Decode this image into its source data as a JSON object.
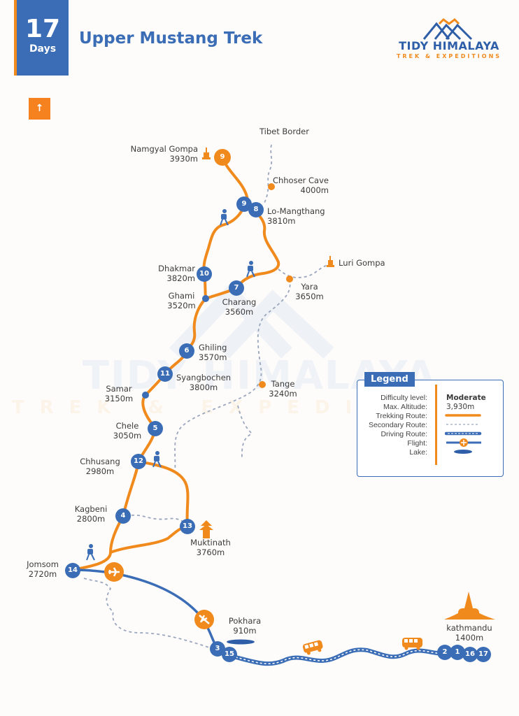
{
  "header": {
    "days_number": "17",
    "days_label": "Days",
    "title": "Upper Mustang Trek"
  },
  "logo": {
    "name": "TIDY HIMALAYA",
    "tagline": "TREK & EXPEDITIONS"
  },
  "north_indicator": "↑",
  "watermark": {
    "name": "TIDY HIMALAYA",
    "tagline": "TREK & EXPEDITIONS"
  },
  "places": [
    {
      "id": "namgyal",
      "name": "Namgyal Gompa",
      "altitude": "3930m"
    },
    {
      "id": "tibet",
      "name": "Tibet Border"
    },
    {
      "id": "chhoser",
      "name": "Chhoser Cave",
      "altitude": "4000m"
    },
    {
      "id": "lomangthang",
      "name": "Lo-Mangthang",
      "altitude": "3810m"
    },
    {
      "id": "luri",
      "name": "Luri Gompa"
    },
    {
      "id": "yara",
      "name": "Yara",
      "altitude": "3650m"
    },
    {
      "id": "dhakmar",
      "name": "Dhakmar",
      "altitude": "3820m"
    },
    {
      "id": "ghami",
      "name": "Ghami",
      "altitude": "3520m"
    },
    {
      "id": "charang",
      "name": "Charang",
      "altitude": "3560m"
    },
    {
      "id": "ghiling",
      "name": "Ghiling",
      "altitude": "3570m"
    },
    {
      "id": "syangbochen",
      "name": "Syangbochen",
      "altitude": "3800m"
    },
    {
      "id": "samar",
      "name": "Samar",
      "altitude": "3150m"
    },
    {
      "id": "tange",
      "name": "Tange",
      "altitude": "3240m"
    },
    {
      "id": "chele",
      "name": "Chele",
      "altitude": "3050m"
    },
    {
      "id": "chhusang",
      "name": "Chhusang",
      "altitude": "2980m"
    },
    {
      "id": "kagbeni",
      "name": "Kagbeni",
      "altitude": "2800m"
    },
    {
      "id": "muktinath",
      "name": "Muktinath",
      "altitude": "3760m"
    },
    {
      "id": "jomsom",
      "name": "Jomsom",
      "altitude": "2720m"
    },
    {
      "id": "pokhara",
      "name": "Pokhara",
      "altitude": "910m"
    },
    {
      "id": "kathmandu",
      "name": "kathmandu",
      "altitude": "1400m"
    }
  ],
  "day_markers": [
    {
      "day": "9",
      "place": "Namgyal Gompa",
      "style": "orange"
    },
    {
      "day": "9",
      "place": "Lo-Mangthang",
      "style": "blue"
    },
    {
      "day": "8",
      "place": "Lo-Mangthang",
      "style": "blue"
    },
    {
      "day": "10",
      "place": "Dhakmar",
      "style": "blue"
    },
    {
      "day": "7",
      "place": "Charang",
      "style": "blue"
    },
    {
      "day": "6",
      "place": "Ghiling",
      "style": "blue"
    },
    {
      "day": "11",
      "place": "Syangbochen",
      "style": "blue"
    },
    {
      "day": "5",
      "place": "Chele",
      "style": "blue"
    },
    {
      "day": "12",
      "place": "Chhusang",
      "style": "blue"
    },
    {
      "day": "4",
      "place": "Kagbeni",
      "style": "blue"
    },
    {
      "day": "13",
      "place": "Muktinath",
      "style": "blue"
    },
    {
      "day": "14",
      "place": "Jomsom",
      "style": "blue"
    },
    {
      "day": "3",
      "place": "Pokhara",
      "style": "blue"
    },
    {
      "day": "15",
      "place": "Pokhara",
      "style": "blue"
    },
    {
      "day": "2",
      "place": "kathmandu",
      "style": "blue"
    },
    {
      "day": "1",
      "place": "kathmandu",
      "style": "blue"
    },
    {
      "day": "16",
      "place": "kathmandu",
      "style": "blue"
    },
    {
      "day": "17",
      "place": "kathmandu",
      "style": "blue"
    }
  ],
  "legend": {
    "title": "Legend",
    "rows": [
      {
        "key": "Difficulty level:",
        "value": "Moderate"
      },
      {
        "key": "Max. Altitude:",
        "value": "3,930m"
      },
      {
        "key": "Trekking Route:",
        "symbol": "orange-solid-line"
      },
      {
        "key": "Secondary Route:",
        "symbol": "grey-dashed-line"
      },
      {
        "key": "Driving Route:",
        "symbol": "blue-road-line"
      },
      {
        "key": "Flight:",
        "symbol": "blue-line-with-plane"
      },
      {
        "key": "Lake:",
        "symbol": "blue-lake"
      }
    ]
  },
  "colors": {
    "primary_blue": "#3a6db5",
    "accent_orange": "#f08a1c",
    "secondary_route": "#9aa7bd",
    "text": "#3b3b3b"
  }
}
